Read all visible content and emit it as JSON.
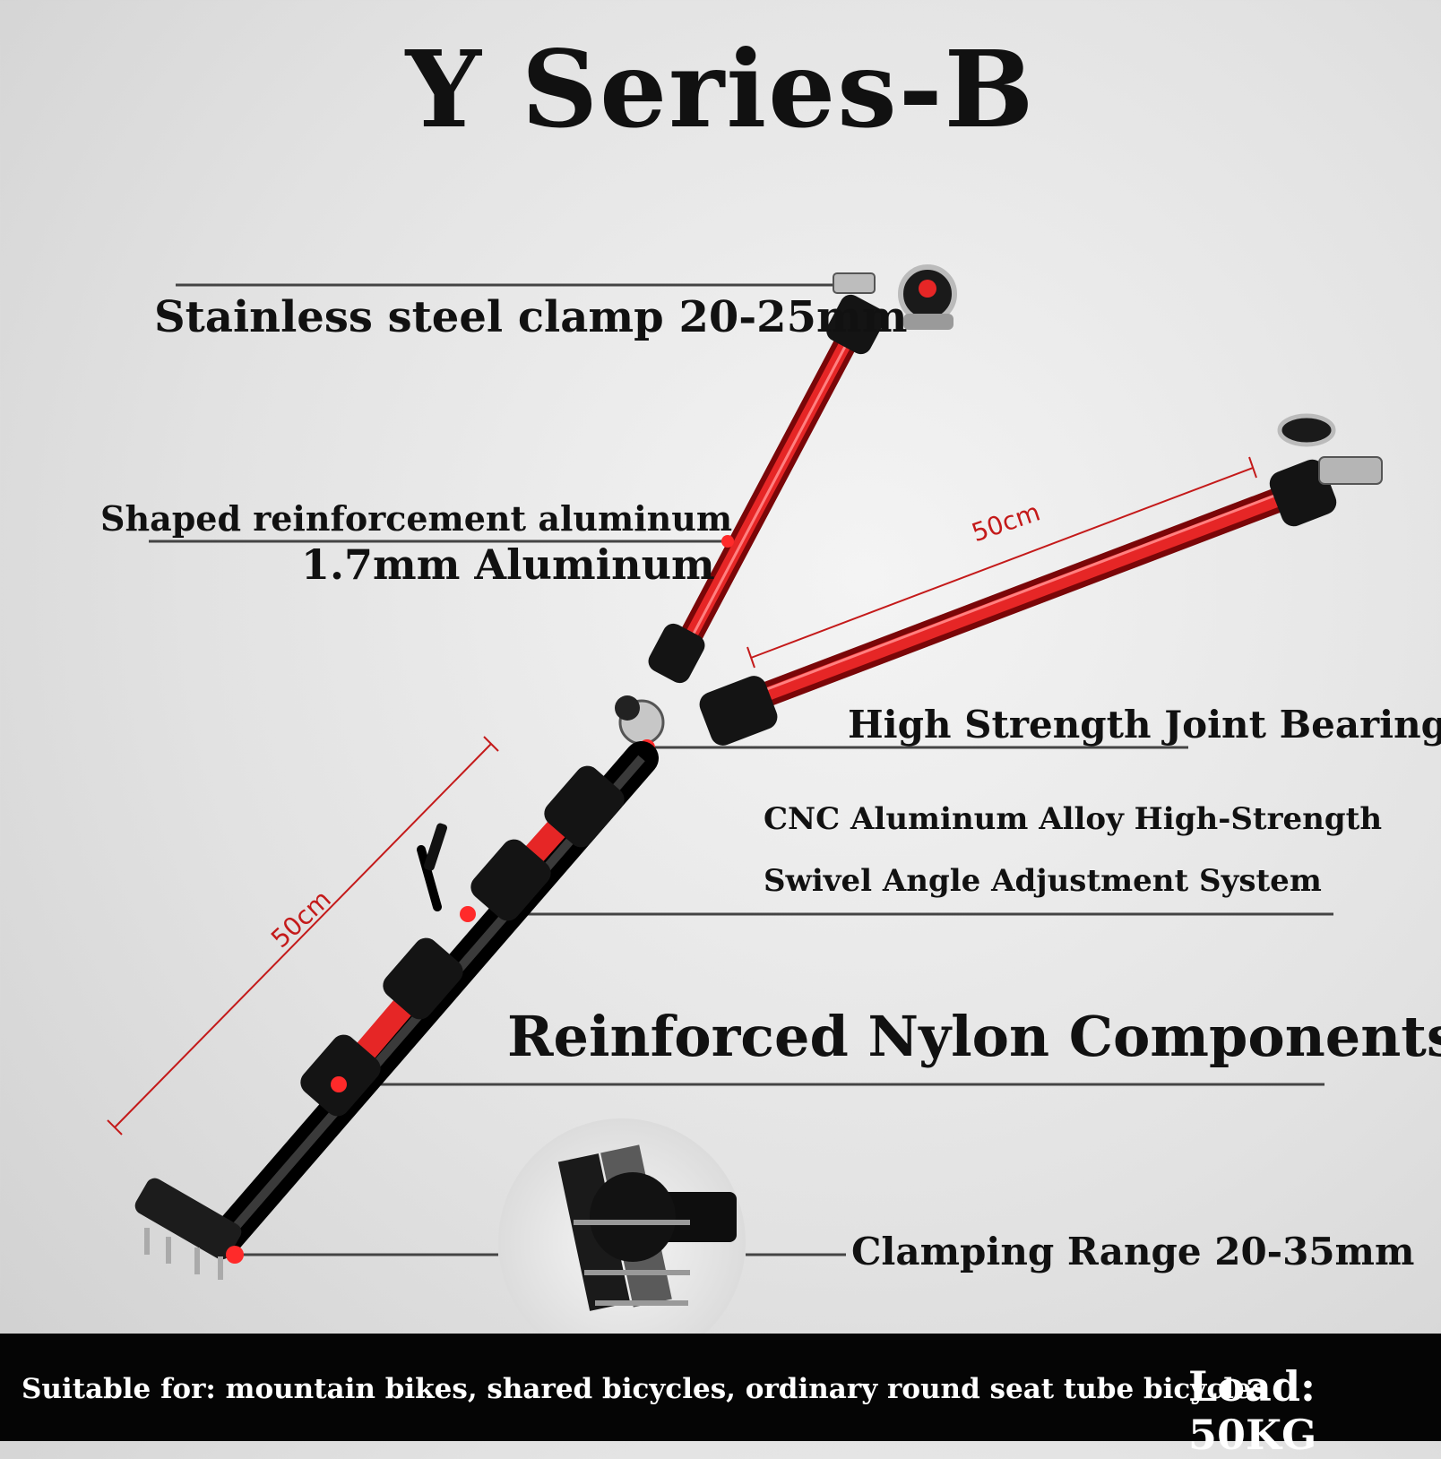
{
  "title": "Y Series-B",
  "labels": {
    "clamp": "Stainless steel clamp 20-25mm",
    "shaped": "Shaped reinforcement aluminum",
    "aluminum": "1.7mm Aluminum",
    "joint": "High Strength Joint Bearing",
    "cnc_line1": "CNC Aluminum Alloy High-Strength",
    "cnc_line2": "Swivel Angle Adjustment System",
    "nylon": "Reinforced Nylon Components",
    "clamping_range": "Clamping Range 20-35mm"
  },
  "dimensions": {
    "upper_arm": "50cm",
    "lower_arm": "50cm"
  },
  "footer": {
    "suitable": "Suitable for: mountain bikes, shared bicycles, ordinary round seat tube bicycles",
    "load": "Load: 50KG"
  },
  "colors": {
    "tube_red": "#c9151a",
    "joint_black": "#111111",
    "dimension_red": "#c41a1a",
    "footer_bg": "#050505"
  }
}
